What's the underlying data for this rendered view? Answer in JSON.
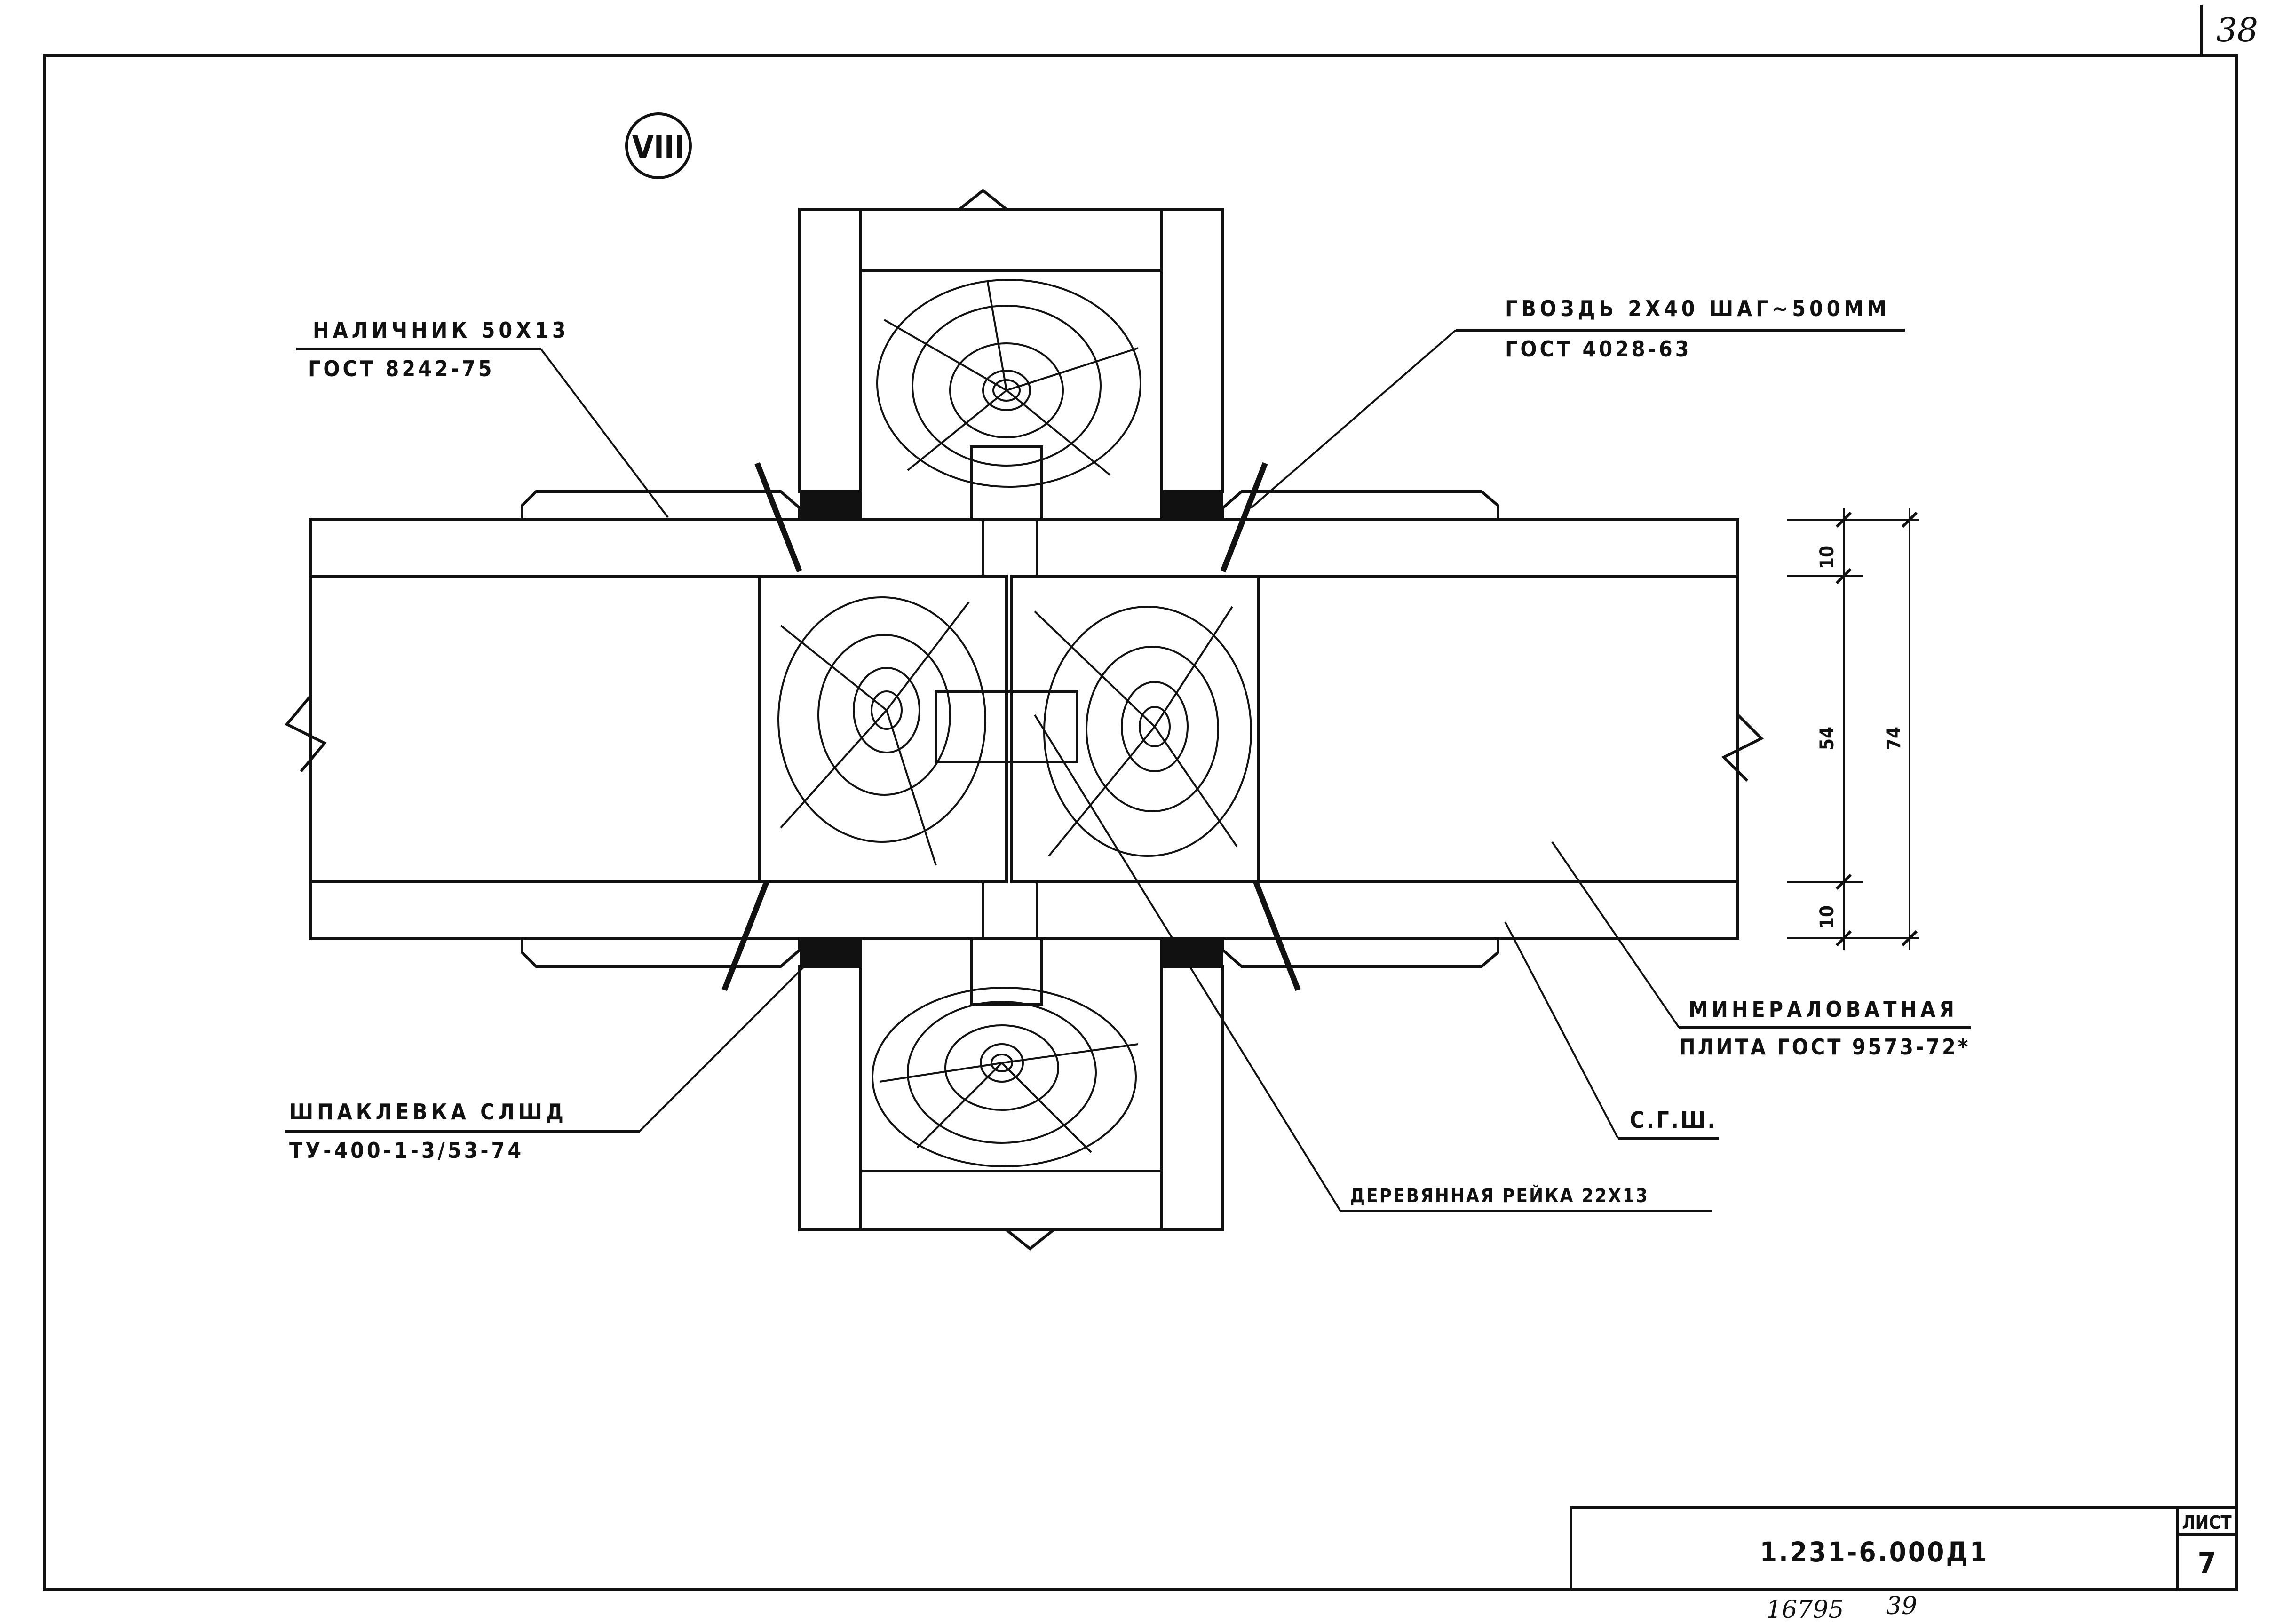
{
  "sheet_corner_number": "38",
  "section_mark": "VIII",
  "labels": {
    "nalichnik_line1": "НАЛИЧНИК 50Х13",
    "nalichnik_line2": "ГОСТ 8242-75",
    "gvozd_line1": "ГВОЗДЬ 2Х40 ШАГ~500ММ",
    "gvozd_line2": "ГОСТ 4028-63",
    "shpaklevka_line1": "ШПАКЛЕВКА СЛШД",
    "shpaklevka_line2": "ТУ-400-1-3/53-74",
    "mineral_line1": "МИНЕРАЛОВАТНАЯ",
    "mineral_line2": "ПЛИТА ГОСТ 9573-72*",
    "sgsh": "С.Г.Ш.",
    "reika": "ДЕРЕВЯННАЯ РЕЙКА 22Х13"
  },
  "dimensions": {
    "top_skin": "10",
    "core": "54",
    "total": "74",
    "bottom_skin": "10"
  },
  "title_block": {
    "doc_code": "1.231-6.000Д1",
    "sheet_label": "ЛИСТ",
    "sheet_number": "7"
  },
  "footer": {
    "archive_number": "16795",
    "page_number": "39"
  },
  "colors": {
    "ink": "#111111",
    "paper": "#ffffff"
  }
}
